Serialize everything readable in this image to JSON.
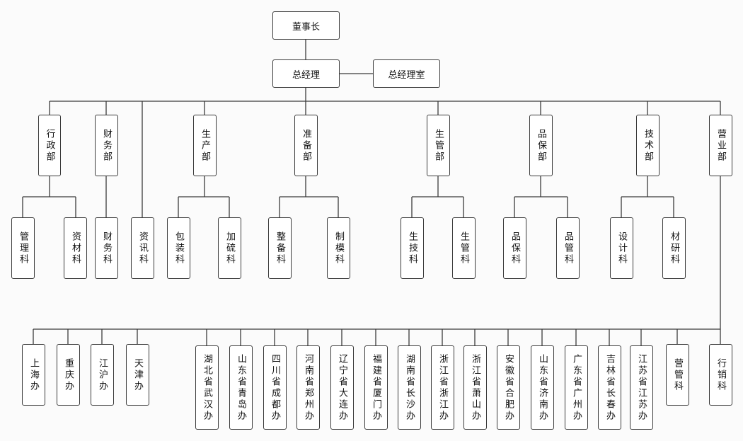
{
  "colors": {
    "line": "#3a3a3a",
    "box_border": "#3a3a3a",
    "box_fill": "#ffffff",
    "text": "#111111",
    "background": "#fbfbfb"
  },
  "chairman": "董事长",
  "gm": "总经理",
  "gm_office": "总经理室",
  "depts": {
    "admin": "行政部",
    "finance": "财务部",
    "production": "生产部",
    "preparation": "准备部",
    "prod_mgmt": "生管部",
    "qa": "品保部",
    "tech": "技术部",
    "sales": "营业部"
  },
  "sections": {
    "management": "管理科",
    "materials": "资材科",
    "finance": "财务科",
    "info": "资讯科",
    "packaging": "包装科",
    "vulcanize": "加硫科",
    "prep": "整备科",
    "mold": "制模科",
    "prodtech": "生技科",
    "prodmgmt": "生管科",
    "qa": "品保科",
    "qm": "品管科",
    "design": "设计科",
    "rnd": "材研科"
  },
  "offices": [
    "上海办",
    "重庆办",
    "江沪办",
    "天津办",
    "湖北省武汉办",
    "山东省青岛办",
    "四川省成都办",
    "河南省郑州办",
    "辽宁省大连办",
    "福建省厦门办",
    "湖南省长沙办",
    "浙江省浙江办",
    "浙江省萧山办",
    "安徽省合肥办",
    "山东省济南办",
    "广东省广州办",
    "吉林省长春办",
    "江苏省江苏办",
    "营管科",
    "行销科"
  ]
}
